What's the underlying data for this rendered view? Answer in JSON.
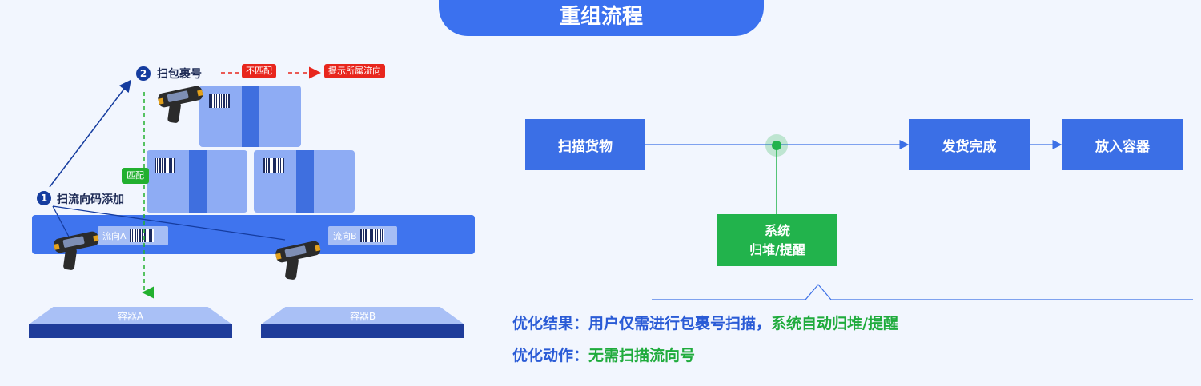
{
  "title": "重组流程",
  "left": {
    "step1": {
      "num": "1",
      "label": "扫流向码添加"
    },
    "step2": {
      "num": "2",
      "label": "扫包裹号"
    },
    "mismatch_tag": "不匹配",
    "hint_tag": "提示所属流向",
    "match_tag": "匹配",
    "lanes": [
      {
        "label": "流向A"
      },
      {
        "label": "流向B"
      }
    ],
    "containers": [
      {
        "label": "容器A"
      },
      {
        "label": "容器B"
      }
    ]
  },
  "flow": {
    "scan": "扫描货物",
    "shipped": "发货完成",
    "put": "放入容器",
    "system_line1": "系统",
    "system_line2": "归堆/提醒"
  },
  "results": {
    "row1_label": "优化结果：",
    "row1_blue": "用户仅需进行包裹号扫描，",
    "row1_green": "系统自动归堆/提醒",
    "row2_label": "优化动作：",
    "row2_green": "无需扫描流向号"
  },
  "colors": {
    "primary": "#3b71ef",
    "green": "#22b34c",
    "red": "#e8261d"
  }
}
